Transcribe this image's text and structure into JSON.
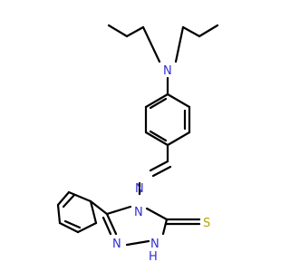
{
  "molecule": {
    "atoms": {
      "n_amine": {
        "label": "N",
        "color": "#2f2fd6"
      },
      "n_imine": {
        "label": "N",
        "color": "#2f2fd6"
      },
      "n_triazole_4": {
        "label": "N",
        "color": "#2f2fd6"
      },
      "n_triazole_2": {
        "label": "N",
        "color": "#2f2fd6"
      },
      "nh_triazole": {
        "label": "N",
        "h_label": "H",
        "color": "#2f2fd6"
      },
      "s_thione": {
        "label": "S",
        "color": "#b8a200"
      }
    }
  }
}
